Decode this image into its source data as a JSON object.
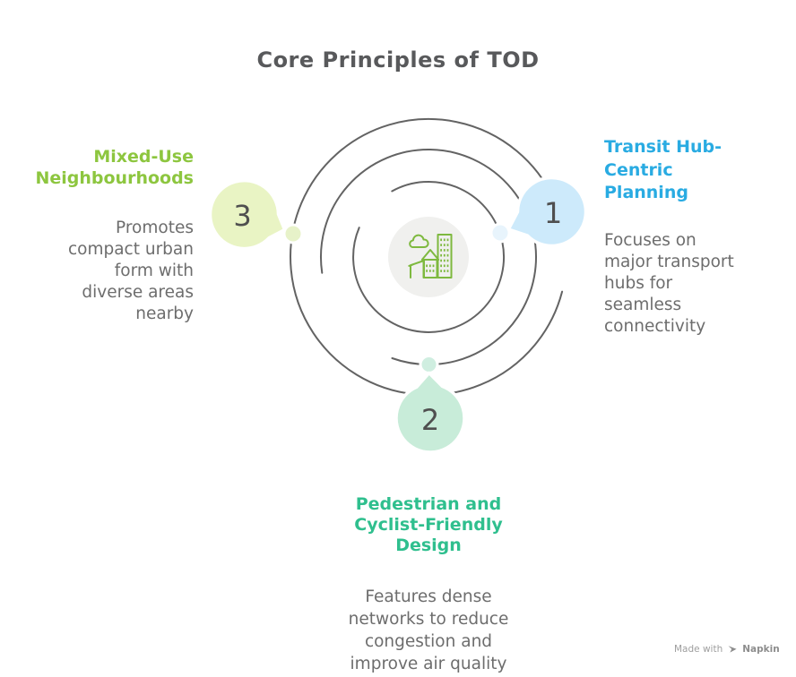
{
  "title": "Core Principles of TOD",
  "principles": [
    {
      "number": "1",
      "heading": "Transit Hub-\nCentric\nPlanning",
      "body": "Focuses on\nmajor transport\nhubs for\nseamless\nconnectivity",
      "accent": "#29abe2",
      "bubble": "#cdeafb",
      "dot": "#e8f4fc"
    },
    {
      "number": "2",
      "heading": "Pedestrian and\nCyclist-Friendly\nDesign",
      "body": "Features dense\nnetworks to reduce\ncongestion and\nimprove air quality",
      "accent": "#2fbf8e",
      "bubble": "#c8ecd9",
      "dot": "#cfeee0"
    },
    {
      "number": "3",
      "heading": "Mixed-Use\nNeighbourhoods",
      "body": "Promotes\ncompact urban\nform with\ndiverse areas\nnearby",
      "accent": "#8dc63f",
      "bubble": "#e9f4c4",
      "dot": "#e7f2c9"
    }
  ],
  "center_icon": "city-buildings",
  "footer": {
    "made_with": "Made with",
    "brand": "Napkin"
  },
  "colors": {
    "title_text": "#58595b",
    "body_text": "#6d6d6d",
    "number_text": "#4f4f4f",
    "ring_stroke": "#4d4d4d",
    "hub_fill": "#f0f0ee",
    "icon_stroke": "#7eb93f",
    "transit_blue": "#29abe2",
    "pedestrian_green": "#2fbf8e",
    "mixeduse_green": "#8dc63f"
  }
}
